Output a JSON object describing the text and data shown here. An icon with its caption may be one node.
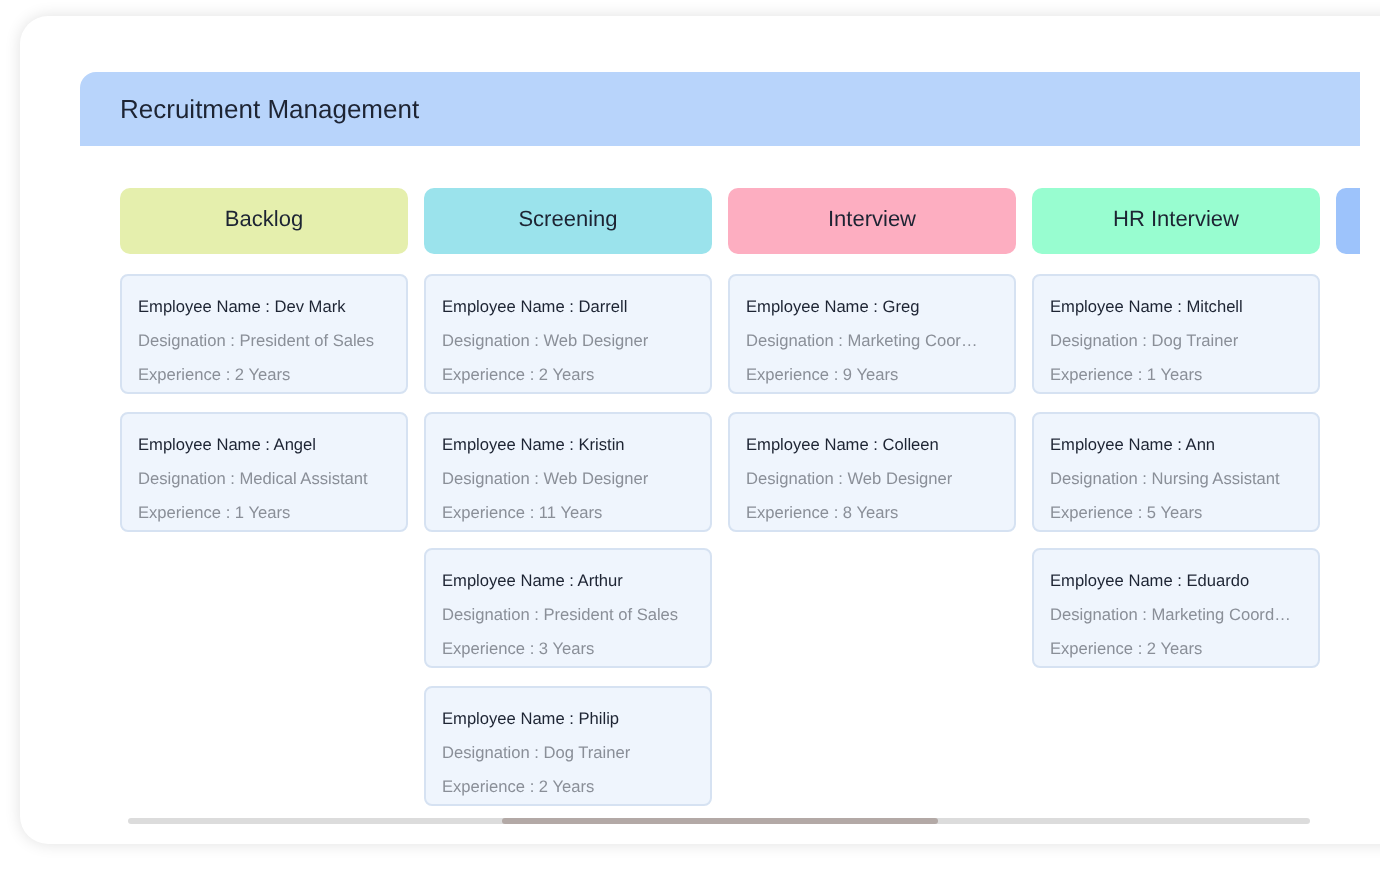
{
  "diagram": {
    "title": "Recruitment Management",
    "nodes": [
      {
        "text": [
          "Backlog"
        ]
      },
      {
        "text": [
          "Screening"
        ]
      },
      {
        "text": [
          "Interview"
        ]
      },
      {
        "text": [
          "HR Interview"
        ]
      },
      {
        "text": [],
        "shape": "box"
      },
      {
        "text": [
          "Employee Name : Dev Mark",
          "Designation : President of Sales",
          "Experience : 2 Years"
        ]
      },
      {
        "text": [
          "Employee Name : Angel",
          "Designation : Medical Assistant",
          "Experience : 1 Years"
        ]
      },
      {
        "text": [
          "Employee Name : Darrell",
          "Designation : Web Designer",
          "Experience : 2 Years"
        ]
      },
      {
        "text": [
          "Employee Name : Kristin",
          "Designation : Web Designer",
          "Experience : 11 Years"
        ]
      },
      {
        "text": [
          "Employee Name : Arthur",
          "Designation : President of Sales",
          "Experience : 3 Years"
        ]
      },
      {
        "text": [
          "Employee Name : Philip",
          "Designation : Dog Trainer",
          "Experience : 2 Years"
        ]
      },
      {
        "text": [
          "Employee Name : Greg",
          "Designation : Marketing Coor…",
          "Experience : 9 Years"
        ]
      },
      {
        "text": [
          "Employee Name : Colleen",
          "Designation : Web Designer",
          "Experience : 8 Years"
        ]
      },
      {
        "text": [
          "Employee Name : Mitchell",
          "Designation : Dog Trainer",
          "Experience : 1 Years"
        ]
      },
      {
        "text": [
          "Employee Name : Ann",
          "Designation : Nursing Assistant",
          "Experience : 5 Years"
        ]
      },
      {
        "text": [
          "Employee Name : Eduardo",
          "Designation : Marketing Coord…",
          "Experience : 2 Years"
        ]
      }
    ],
    "edges": []
  }
}
